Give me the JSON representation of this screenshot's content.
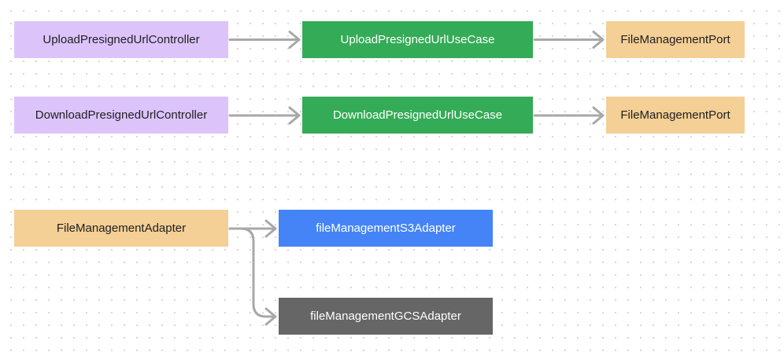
{
  "colors": {
    "controller": "#dcc4fb",
    "usecase": "#34ab56",
    "port": "#f4cf96",
    "s3adapter": "#4484f7",
    "gcsadapter": "#666666",
    "arrow": "#a8a8a8"
  },
  "nodes": {
    "upload_controller": "UploadPresignedUrlController",
    "upload_usecase": "UploadPresignedUrlUseCase",
    "upload_port": "FileManagementPort",
    "download_controller": "DownloadPresignedUrlController",
    "download_usecase": "DownloadPresignedUrlUseCase",
    "download_port": "FileManagementPort",
    "adapter": "FileManagementAdapter",
    "s3_adapter": "fileManagementS3Adapter",
    "gcs_adapter": "fileManagementGCSAdapter"
  },
  "edges": [
    {
      "from": "upload_controller",
      "to": "upload_usecase"
    },
    {
      "from": "upload_usecase",
      "to": "upload_port"
    },
    {
      "from": "download_controller",
      "to": "download_usecase"
    },
    {
      "from": "download_usecase",
      "to": "download_port"
    },
    {
      "from": "adapter",
      "to": "s3_adapter"
    },
    {
      "from": "adapter",
      "to": "gcs_adapter"
    }
  ]
}
